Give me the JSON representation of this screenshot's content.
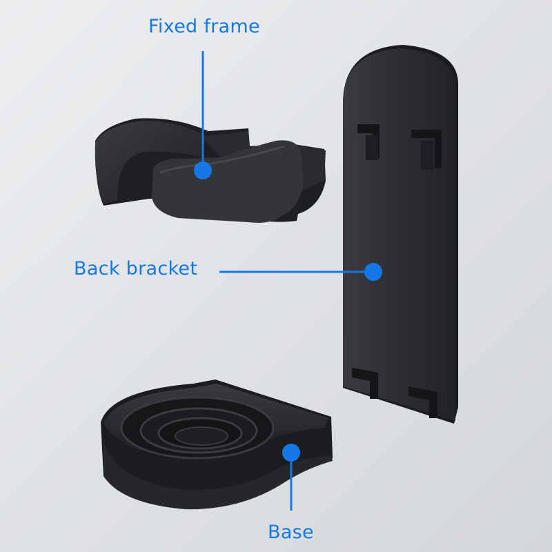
{
  "labels": {
    "fixed_frame": "Fixed frame",
    "back_bracket": "Back bracket",
    "base": "Base"
  },
  "colors": {
    "background": "#dfe1e4",
    "accent": "#1677e6",
    "part": "#2a2b2e"
  }
}
